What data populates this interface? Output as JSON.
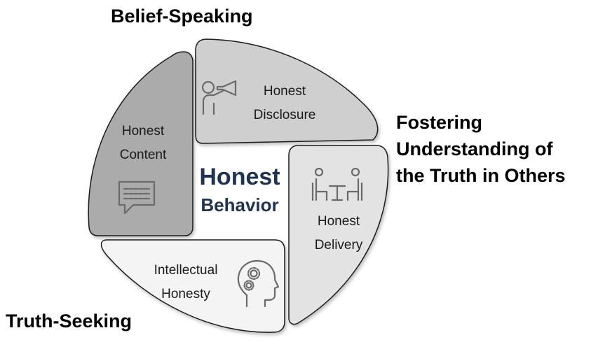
{
  "outer_labels": {
    "top": "Belief-Speaking",
    "bottom_left": "Truth-Seeking",
    "right_lines": [
      "Fostering",
      "Understanding of",
      "the Truth in Others"
    ]
  },
  "center": {
    "line1": "Honest",
    "line2": "Behavior"
  },
  "segments": {
    "disclosure": {
      "lines": [
        "Honest",
        "Disclosure"
      ],
      "icon": "megaphone-person-icon",
      "fill": "#cfcfcf"
    },
    "delivery": {
      "lines": [
        "Honest",
        "Delivery"
      ],
      "icon": "meeting-table-icon",
      "fill": "#e3e3e3"
    },
    "intellectual": {
      "lines": [
        "Intellectual",
        "Honesty"
      ],
      "icon": "head-gears-icon",
      "fill": "#f4f4f4"
    },
    "content": {
      "lines": [
        "Honest",
        "Content"
      ],
      "icon": "chat-bubble-icon",
      "fill": "#ababab"
    }
  },
  "colors": {
    "segment_stroke": "#1a1a1a",
    "center_text": "#1f3352",
    "icon_stroke": "#6b6b6b"
  }
}
